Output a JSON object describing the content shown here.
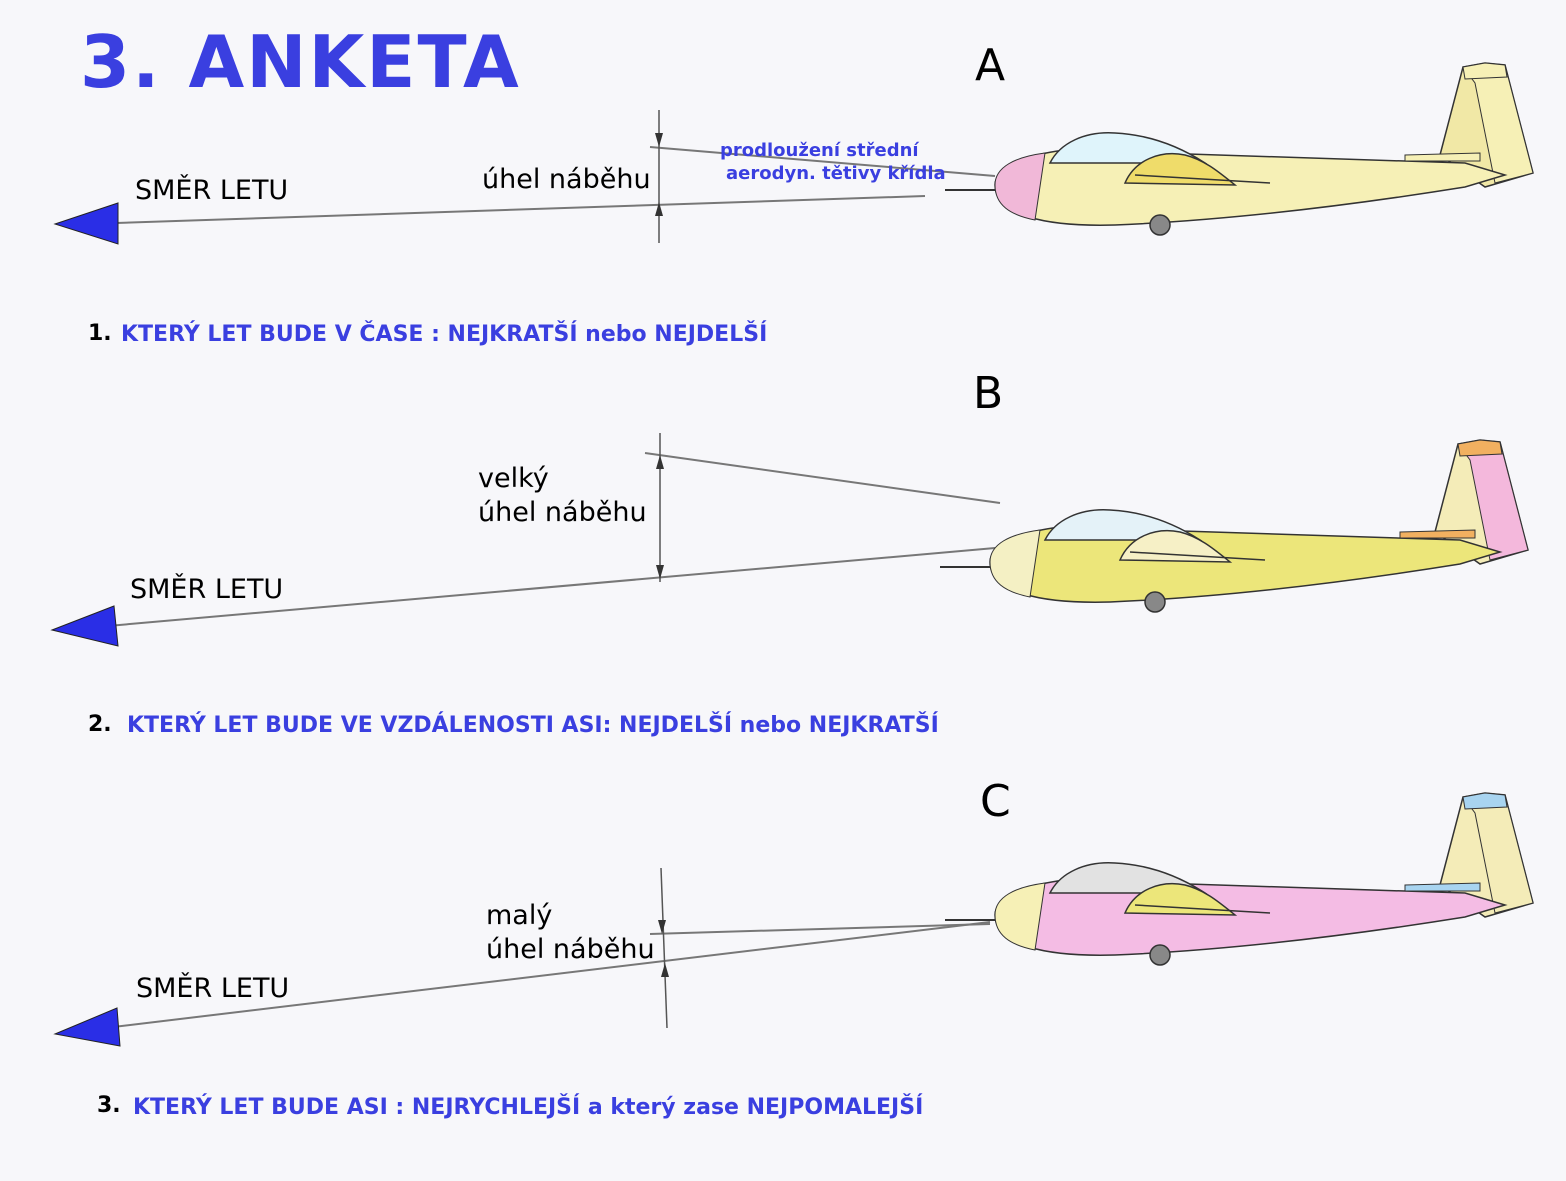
{
  "title": "3. ANKETA",
  "chord_note": {
    "line1": "prodloužení střední",
    "line2": "aerodyn. tětivy křídla"
  },
  "panels": [
    {
      "letter": "A",
      "direction_label": "SMĚR  LETU",
      "angle_label": "úhel náběhu",
      "angle_prefix": "",
      "colors": {
        "fuselage": "#f6f0b6",
        "nose": "#f1b8d8",
        "canopy": "#dff4fb",
        "fin": "#f1e8a6",
        "rudder": "#f6f0b6",
        "rudder_tip": "#f6f0b6",
        "wing": "#efdc6a"
      }
    },
    {
      "letter": "B",
      "direction_label": "SMĚR  LETU",
      "angle_label": "úhel náběhu",
      "angle_prefix": "velký",
      "colors": {
        "fuselage": "#ece67a",
        "nose": "#f4f0c4",
        "canopy": "#e4f2f8",
        "fin": "#f4ecb8",
        "rudder": "#f4b8dc",
        "rudder_tip": "#f1b060",
        "wing": "#f6f0c6"
      }
    },
    {
      "letter": "C",
      "direction_label": "SMĚR  LETU",
      "angle_label": "úhel náběhu",
      "angle_prefix": "malý",
      "colors": {
        "fuselage": "#f4bce4",
        "nose": "#f6f0b6",
        "canopy": "#e2e2e2",
        "fin": "#f4ecb8",
        "rudder": "#f4ecb8",
        "rudder_tip": "#a8d4f0",
        "wing": "#ece67a"
      }
    }
  ],
  "questions": [
    {
      "number": "1.",
      "text": "KTERÝ LET BUDE V ČASE : NEJKRATŠÍ nebo NEJDELŠÍ"
    },
    {
      "number": "2.",
      "text": "KTERÝ LET BUDE VE VZDÁLENOSTI ASI: NEJDELŠÍ nebo NEJKRATŠÍ"
    },
    {
      "number": "3.",
      "text": "KTERÝ LET BUDE ASI : NEJRYCHLEJŠÍ a který zase NEJPOMALEJŠÍ"
    }
  ],
  "arrow_color": "#2a2ee6"
}
